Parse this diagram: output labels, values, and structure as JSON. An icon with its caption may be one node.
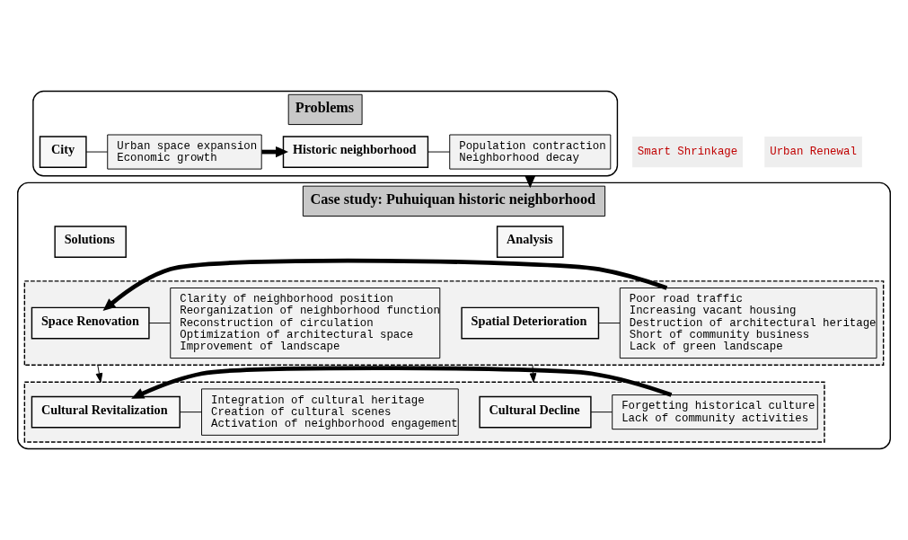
{
  "diagram": {
    "nodes": [
      {
        "text": [
          "Problems"
        ]
      },
      {
        "text": [
          "City"
        ],
        "in": 0
      },
      {
        "text": [
          "Urban space expansion",
          "Economic growth"
        ],
        "in": 0
      },
      {
        "text": [
          "Historic neighborhood"
        ],
        "in": 0
      },
      {
        "text": [
          "Population contraction",
          "Neighborhood decay"
        ],
        "in": 0
      },
      {
        "text": [
          "Case study: Puhuiquan historic neighborhood"
        ]
      },
      {
        "text": [
          "Analysis"
        ],
        "in": 5
      },
      {
        "text": [
          "Solutions"
        ],
        "in": 5
      },
      {
        "text": [],
        "shape": "box",
        "in": 5
      },
      {
        "text": [
          "Spatial Deterioration"
        ],
        "in": 8
      },
      {
        "text": [
          "Poor road traffic",
          "Increasing vacant housing",
          "Destruction of architectural heritage",
          "Short of community business",
          "Lack of green landscape"
        ],
        "in": 8
      },
      {
        "text": [
          "Space Renovation"
        ],
        "in": 8
      },
      {
        "text": [
          "Clarity of neighborhood position",
          "Reorganization of neighborhood function",
          "Reconstruction of circulation",
          "Optimization of architectural space",
          "Improvement of landscape"
        ],
        "in": 8
      },
      {
        "text": [],
        "shape": "box",
        "in": 5
      },
      {
        "text": [
          "Cultural Decline"
        ],
        "in": 13
      },
      {
        "text": [
          "Forgetting historical culture",
          "Lack of community activities"
        ],
        "in": 13
      },
      {
        "text": [
          "Cultural Revitalization"
        ],
        "in": 13
      },
      {
        "text": [
          "Integration of cultural heritage",
          "Creation of cultural scenes",
          "Activation of neighborhood engagement"
        ],
        "in": 13
      }
    ],
    "edges": [
      {
        "from": 1,
        "to": 2,
        "arrow": "none"
      },
      {
        "from": 2,
        "to": 3,
        "arrow": "to",
        "style": "thick"
      },
      {
        "from": 3,
        "to": 4,
        "arrow": "none"
      },
      {
        "from": 0,
        "to": 5,
        "arrow": "to",
        "style": "thick"
      },
      {
        "from": 9,
        "to": 10,
        "arrow": "none"
      },
      {
        "from": 10,
        "to": 11,
        "arrow": "to",
        "style": "thick"
      },
      {
        "from": 11,
        "to": 12,
        "arrow": "none"
      },
      {
        "from": 8,
        "to": 13,
        "arrow": "to"
      },
      {
        "from": 8,
        "to": 13,
        "arrow": "to"
      },
      {
        "from": 14,
        "to": 15,
        "arrow": "none"
      },
      {
        "from": 15,
        "to": 16,
        "arrow": "to",
        "style": "thick"
      },
      {
        "from": 16,
        "to": 17,
        "arrow": "none"
      }
    ],
    "labels": [
      "Smart Shrinkage",
      "Urban Renewal"
    ]
  }
}
